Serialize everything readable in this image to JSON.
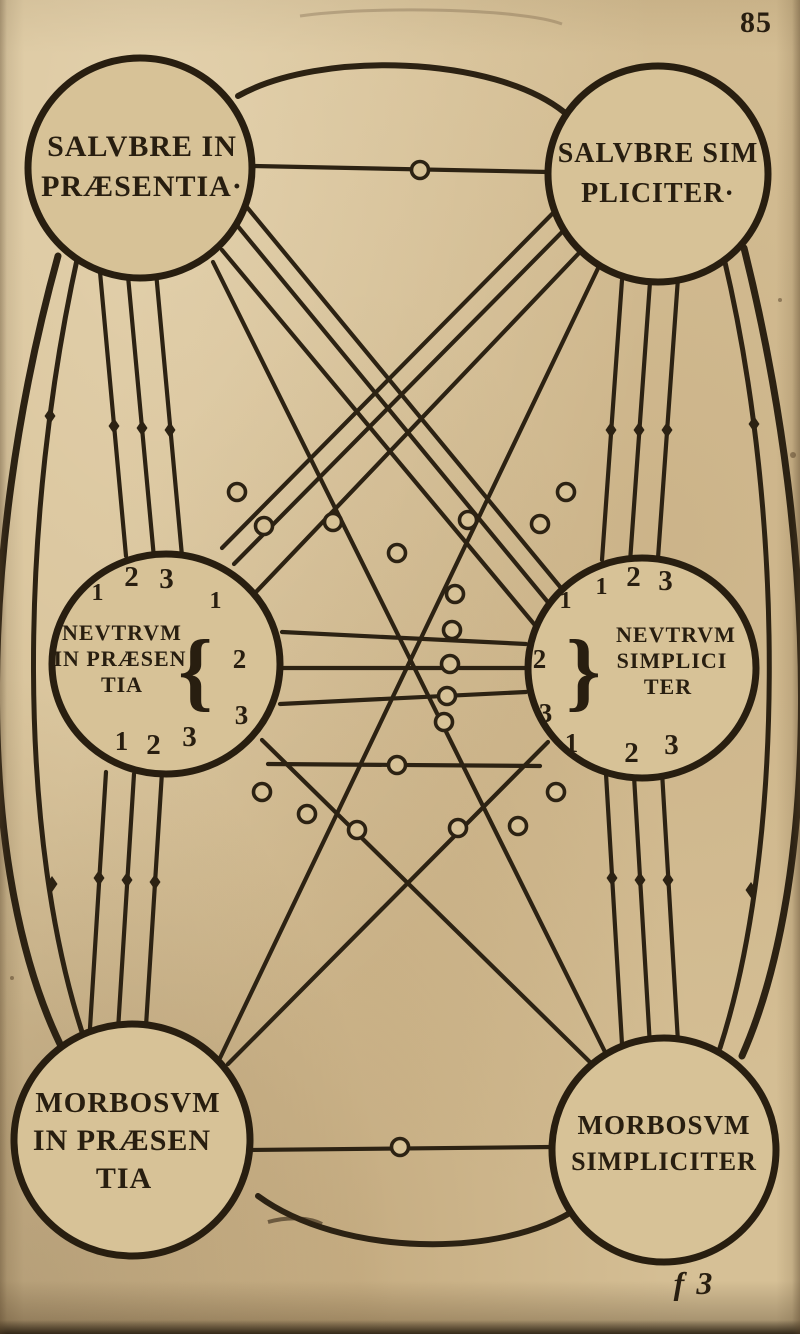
{
  "page": {
    "number": "85",
    "signature": "f 3"
  },
  "colors": {
    "ink": "#2c2213",
    "paper": "#d7c297"
  },
  "nodes": {
    "salubre_in_praesentia": {
      "line1": "SALVBRE IN",
      "line2": "PRÆSENTIA·"
    },
    "salubre_simpliciter": {
      "line1": "SALVBRE SIM",
      "line2": "PLICITER·"
    },
    "neutrum_in_praesentia": {
      "line1": "NEVTRVM",
      "line2": "IN PRÆSEN",
      "line3": "TIA",
      "brace": "{",
      "numbers_top": [
        "1",
        "2",
        "3"
      ],
      "numbers_brace": [
        "1",
        "2",
        "3"
      ],
      "numbers_bottom": [
        "1",
        "2",
        "3"
      ]
    },
    "neutrum_simpliciter": {
      "line1": "NEVTRVM",
      "line2": "SIMPLICI",
      "line3": "TER",
      "brace": "}",
      "numbers_top": [
        "1",
        "2",
        "3"
      ],
      "numbers_brace": [
        "1",
        "2",
        "3"
      ],
      "numbers_bottom": [
        "1",
        "2",
        "3"
      ]
    },
    "morbosum_in_praesentia": {
      "line1": "MORBOSVM",
      "line2": "IN PRÆSEN",
      "line3": "TIA"
    },
    "morbosum_simpliciter": {
      "line1": "MORBOSVM",
      "line2": "SIMPLICITER"
    }
  },
  "structure": {
    "description": "Complete graph: every circle is connected to every other circle; small open rings mark line midpoints and solid lozenges mark the vertical and outer-arc connections.",
    "connections": [
      [
        "salubre_in_praesentia",
        "salubre_simpliciter"
      ],
      [
        "salubre_in_praesentia",
        "neutrum_in_praesentia"
      ],
      [
        "salubre_in_praesentia",
        "neutrum_simpliciter"
      ],
      [
        "salubre_in_praesentia",
        "morbosum_in_praesentia"
      ],
      [
        "salubre_in_praesentia",
        "morbosum_simpliciter"
      ],
      [
        "salubre_simpliciter",
        "neutrum_in_praesentia"
      ],
      [
        "salubre_simpliciter",
        "neutrum_simpliciter"
      ],
      [
        "salubre_simpliciter",
        "morbosum_in_praesentia"
      ],
      [
        "salubre_simpliciter",
        "morbosum_simpliciter"
      ],
      [
        "neutrum_in_praesentia",
        "neutrum_simpliciter"
      ],
      [
        "neutrum_in_praesentia",
        "morbosum_in_praesentia"
      ],
      [
        "neutrum_in_praesentia",
        "morbosum_simpliciter"
      ],
      [
        "neutrum_simpliciter",
        "morbosum_in_praesentia"
      ],
      [
        "neutrum_simpliciter",
        "morbosum_simpliciter"
      ],
      [
        "morbosum_in_praesentia",
        "morbosum_simpliciter"
      ]
    ]
  }
}
